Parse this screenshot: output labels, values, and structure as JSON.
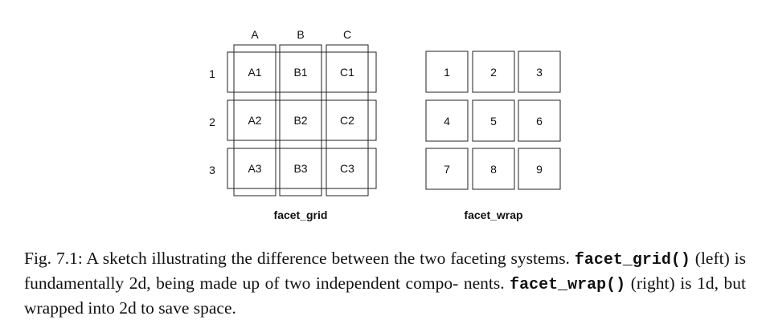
{
  "grid": {
    "col_labels": [
      "A",
      "B",
      "C"
    ],
    "row_labels": [
      "1",
      "2",
      "3"
    ],
    "cells": [
      [
        "A1",
        "B1",
        "C1"
      ],
      [
        "A2",
        "B2",
        "C2"
      ],
      [
        "A3",
        "B3",
        "C3"
      ]
    ],
    "title": "facet_grid"
  },
  "wrap": {
    "cells": [
      [
        "1",
        "2",
        "3"
      ],
      [
        "4",
        "5",
        "6"
      ],
      [
        "7",
        "8",
        "9"
      ]
    ],
    "title": "facet_wrap"
  },
  "caption": {
    "label": "Fig. 7.1:",
    "line1_text": " A sketch illustrating the difference between the two faceting systems.",
    "code1": "facet_grid()",
    "line2_text": " (left) is fundamentally 2d, being made up of two independent compo-",
    "line3_pre": "nents. ",
    "code2": "facet_wrap()",
    "line3_post": " (right) is 1d, but wrapped into 2d to save space."
  }
}
